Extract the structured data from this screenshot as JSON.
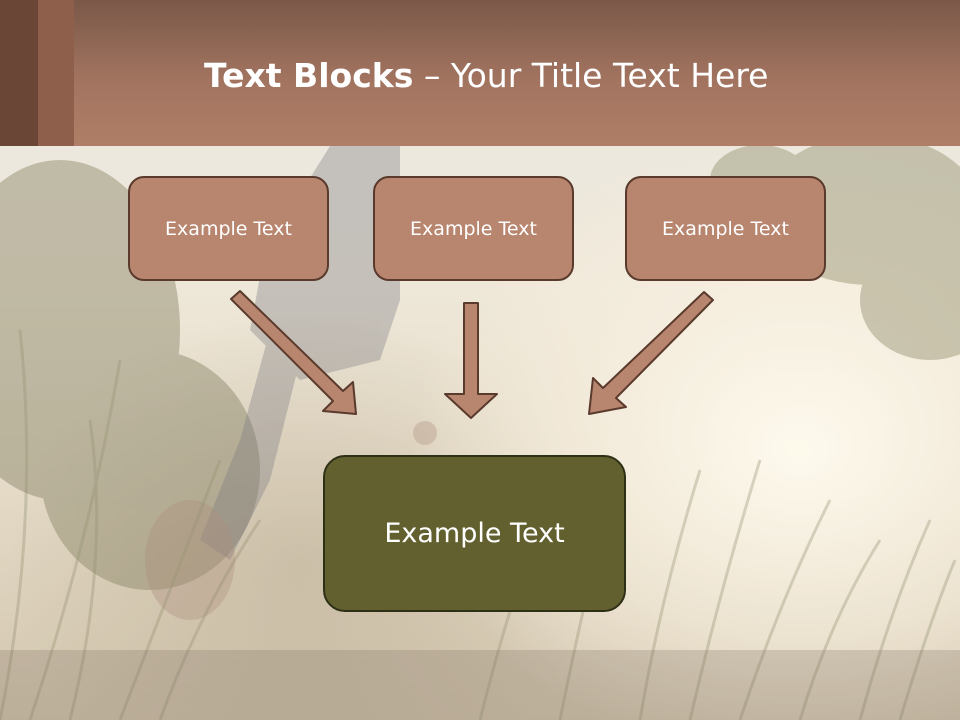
{
  "slide": {
    "title_bold": "Text Blocks",
    "title_separator": " – ",
    "title_rest": "Your Title Text Here",
    "blocks": [
      {
        "label": "Example Text"
      },
      {
        "label": "Example Text"
      },
      {
        "label": "Example Text"
      }
    ],
    "main_block": {
      "label": "Example Text"
    }
  },
  "colors": {
    "title_band": "#a27460",
    "block_fill": "#b8856e",
    "block_border": "#5a3a2c",
    "arrow_fill": "#b8856e",
    "main_block_fill": "#636030",
    "text": "#ffffff"
  }
}
